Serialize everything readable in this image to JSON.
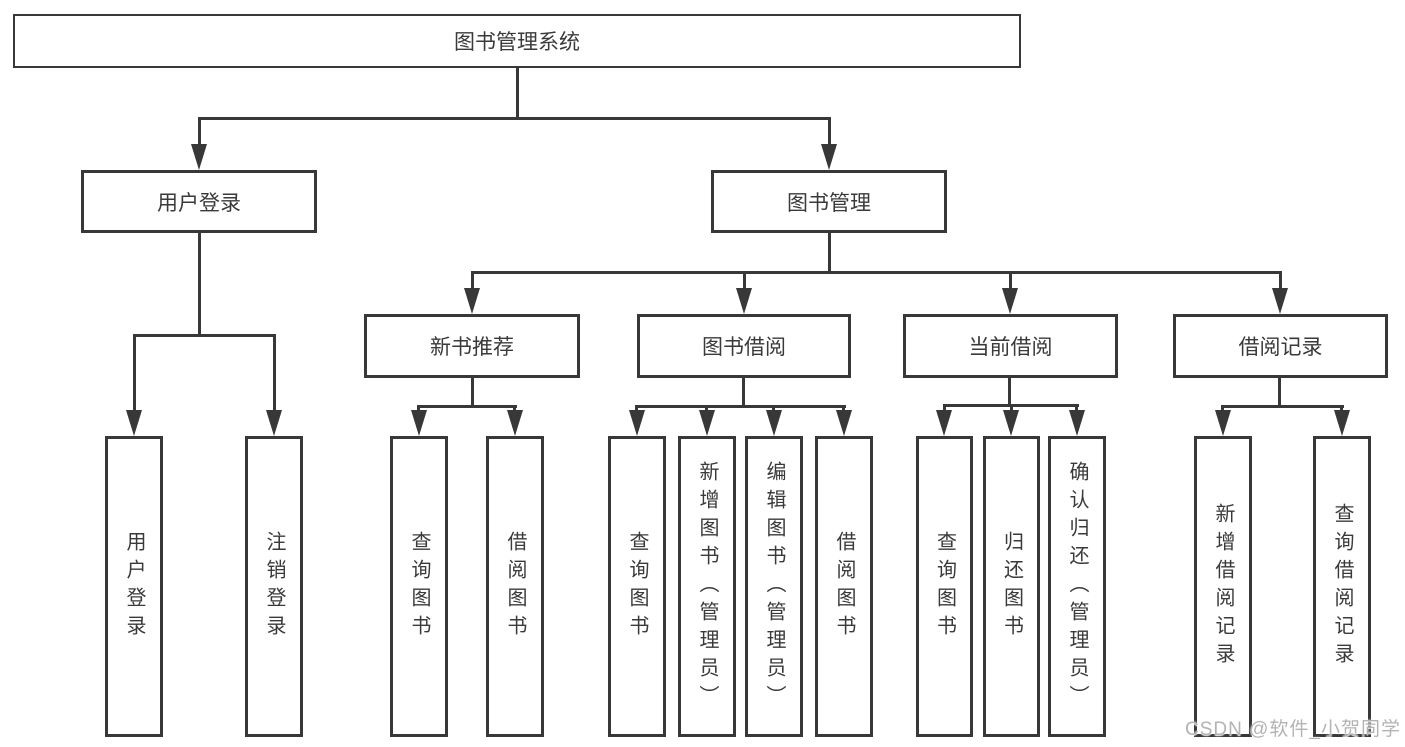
{
  "diagram": {
    "type": "function-tree",
    "nodes": {
      "root": {
        "label": "图书管理系统",
        "children": [
          "user_login",
          "book_management"
        ]
      },
      "user_login": {
        "label": "用户登录",
        "children": [
          "login",
          "logout"
        ]
      },
      "book_management": {
        "label": "图书管理",
        "children": [
          "new_book_recommend",
          "book_borrow",
          "current_borrow",
          "borrow_records"
        ]
      },
      "new_book_recommend": {
        "label": "新书推荐",
        "children": [
          "nb_query",
          "nb_borrow"
        ]
      },
      "book_borrow": {
        "label": "图书借阅",
        "children": [
          "bb_query",
          "bb_add",
          "bb_edit",
          "bb_borrow"
        ]
      },
      "current_borrow": {
        "label": "当前借阅",
        "children": [
          "cb_query",
          "cb_return",
          "cb_confirm"
        ]
      },
      "borrow_records": {
        "label": "借阅记录",
        "children": [
          "br_add",
          "br_query"
        ]
      },
      "login": {
        "label": "用户登录"
      },
      "logout": {
        "label": "注销登录"
      },
      "nb_query": {
        "label": "查询图书"
      },
      "nb_borrow": {
        "label": "借阅图书"
      },
      "bb_query": {
        "label": "查询图书"
      },
      "bb_add": {
        "label": "新增图书（管理员）"
      },
      "bb_edit": {
        "label": "编辑图书（管理员）"
      },
      "bb_borrow": {
        "label": "借阅图书"
      },
      "cb_query": {
        "label": "查询图书"
      },
      "cb_return": {
        "label": "归还图书"
      },
      "cb_confirm": {
        "label": "确认归还（管理员）"
      },
      "br_add": {
        "label": "新增借阅记录"
      },
      "br_query": {
        "label": "查询借阅记录"
      }
    }
  },
  "watermark": {
    "label": "CSDN @软件_小贺同学"
  },
  "colors": {
    "line": "#383838",
    "text": "#3a3a3a",
    "background": "#ffffff",
    "watermark": "#b3b3b3"
  }
}
